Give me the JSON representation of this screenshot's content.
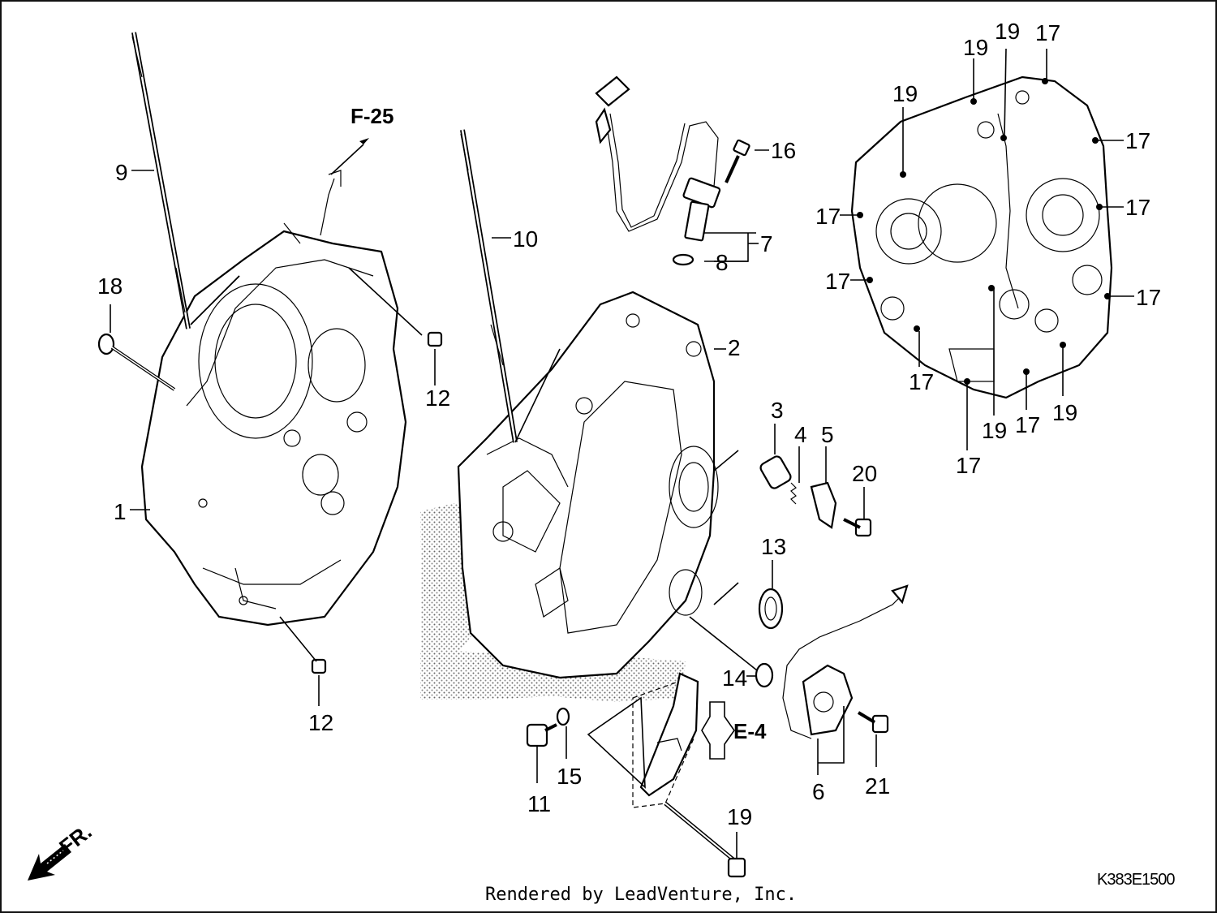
{
  "diagram": {
    "callouts": {
      "p1": "1",
      "p2": "2",
      "p3": "3",
      "p4": "4",
      "p5": "5",
      "p6": "6",
      "p7": "7",
      "p8": "8",
      "p9": "9",
      "p10": "10",
      "p11": "11",
      "p12": "12",
      "p13": "13",
      "p14": "14",
      "p15": "15",
      "p16": "16",
      "p17": "17",
      "p18": "18",
      "p19": "19",
      "p20": "20",
      "p21": "21"
    },
    "references": {
      "top": "F-25",
      "right": "E-4"
    },
    "front_marker": "FR.",
    "drawing_code": "K383E1500"
  },
  "footer": {
    "credit": "Rendered by LeadVenture, Inc."
  }
}
